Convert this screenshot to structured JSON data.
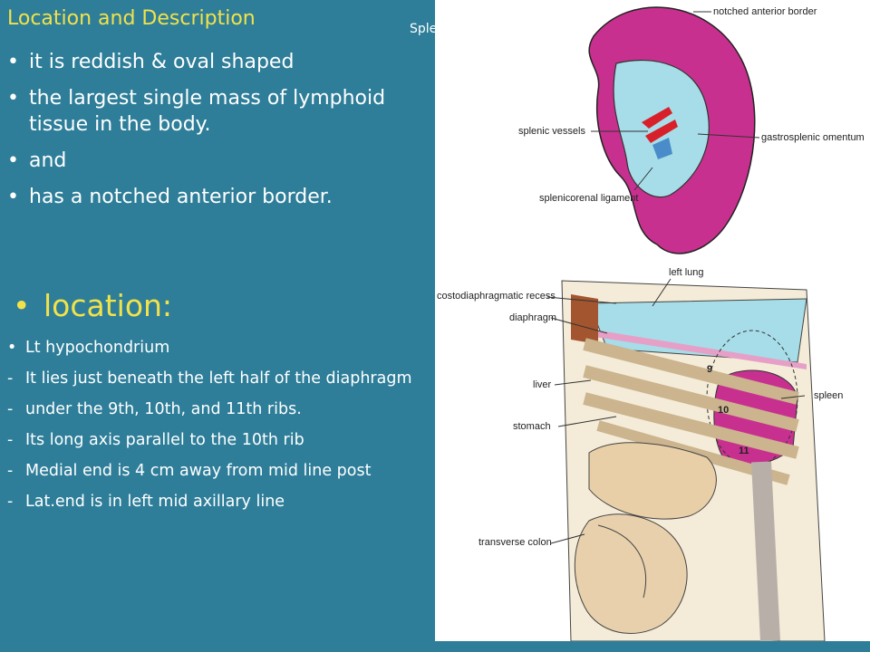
{
  "slide": {
    "heading": "Location and Description",
    "caption": "Sple",
    "description_points": [
      "it is reddish & oval shaped",
      "the largest single mass of lymphoid tissue in the body.",
      "and",
      "has a notched anterior border."
    ],
    "location_title": "location:",
    "location_points": [
      {
        "marker": "bullet",
        "text": "Lt hypochondrium"
      },
      {
        "marker": "dash",
        "text": "It lies just beneath the left half of the diaphragm"
      },
      {
        "marker": "dash",
        "text": " under the  9th, 10th, and 11th ribs."
      },
      {
        "marker": "dash",
        "text": "Its long axis parallel to the 10th rib"
      },
      {
        "marker": "dash",
        "text": "Medial end is 4 cm away from mid line post"
      },
      {
        "marker": "dash",
        "text": "Lat.end is in left mid axillary line"
      }
    ]
  },
  "figure_top": {
    "labels": {
      "notched_anterior_border": "notched anterior border",
      "splenic_vessels": "splenic vessels",
      "gastrosplenic_omentum": "gastrosplenic omentum",
      "splenicorenal_ligament": "splenicorenal ligament"
    }
  },
  "figure_bottom": {
    "labels": {
      "left_lung": "left lung",
      "costodiaphragmatic_recess": "costodiaphragmatic recess",
      "diaphragm": "diaphragm",
      "liver": "liver",
      "stomach": "stomach",
      "spleen": "spleen",
      "transverse_colon": "transverse colon"
    },
    "rib_numbers": [
      "9",
      "10",
      "11"
    ]
  },
  "colors": {
    "background": "#2e7e99",
    "accent_text": "#f2e24a",
    "spleen_magenta": "#c8308f",
    "vessels_red": "#d8202a",
    "omentum_blue": "#a6dde8"
  }
}
